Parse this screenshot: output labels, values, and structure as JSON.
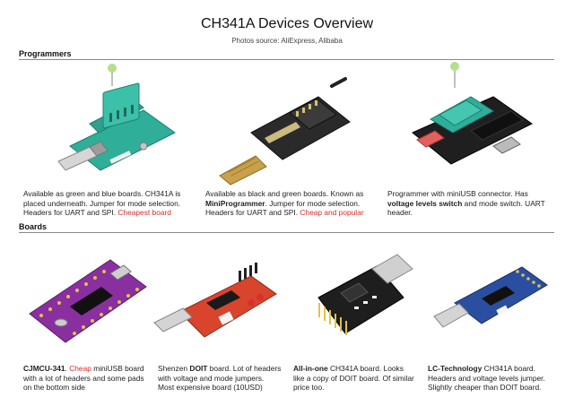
{
  "title": "CH341A Devices Overview",
  "subtitle": "Photos source: AliExpress, Alibaba",
  "sections": {
    "programmers": "Programmers",
    "boards": "Boards"
  },
  "programmers": [
    {
      "line1": "Available as green and blue boards. CH341A is",
      "line2": "placed underneath. Jumper for mode selection.",
      "line3_pre": "Headers for UART and SPI. ",
      "line3_red": "Cheapest board"
    },
    {
      "line1": "Available as black and green boards. Known as",
      "line2_bold": "MiniProgrammer",
      "line2_post": ". Jumper for mode selection.",
      "line3_pre": "Headers for UART and SPI. ",
      "line3_red": "Cheap and popular"
    },
    {
      "line1": "Programmer with miniUSB connector. Has",
      "line2_bold": "voltage levels switch",
      "line2_post": " and mode switch. UART",
      "line3": "header."
    }
  ],
  "boards": [
    {
      "line1_bold": "CJMCU-341",
      "line1_mid": ". ",
      "line1_red": "Cheap",
      "line1_post": " miniUSB board",
      "line2": "with a lot of headers and some pads",
      "line3": "on the bottom side"
    },
    {
      "line1_pre": "Shenzen ",
      "line1_bold": "DOIT",
      "line1_post": " board. Lot of headers",
      "line2": "with voltage and mode jumpers.",
      "line3": "Most expensive board (10USD)"
    },
    {
      "line1_bold": "All-in-one",
      "line1_post": " CH341A board. Looks",
      "line2": "like a copy of DOIT board. Of similar",
      "line3": "price too."
    },
    {
      "line1_bold": "LC-Technology",
      "line1_post": " CH341A board.",
      "line2": "Headers and voltage levels jumper.",
      "line3": "Slightly cheaper than DOIT board."
    }
  ],
  "colors": {
    "accent_red": "#d12c2c",
    "pcb_teal": "#2fae9a",
    "pcb_green": "#3a8d3a",
    "pcb_purple": "#8a2fa0",
    "pcb_red": "#d8452c",
    "pcb_black": "#1e1e1e",
    "pcb_blue": "#2b4fa0",
    "usb_silver": "#c9c9c9",
    "usb_gold": "#c9a14a"
  }
}
